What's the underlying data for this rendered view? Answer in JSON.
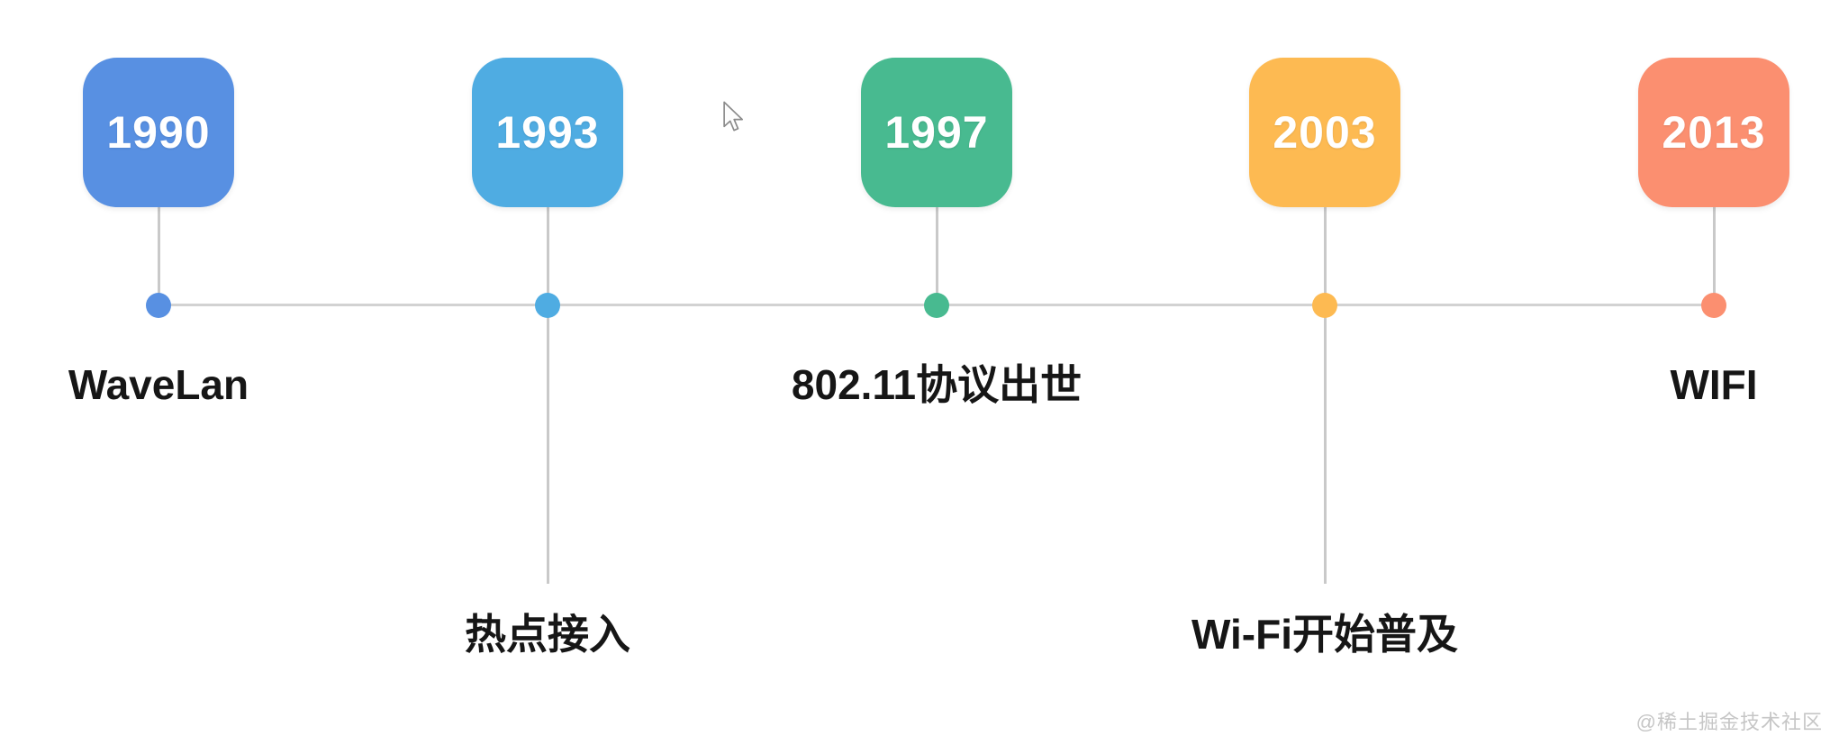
{
  "canvas": {
    "background": "#ffffff"
  },
  "timeline": {
    "line_color": "#d2d2d2",
    "connector_color": "#c9c9c9",
    "events": [
      {
        "year": "1990",
        "label": "WaveLan",
        "color": "#5890E2",
        "label_position": "above"
      },
      {
        "year": "1993",
        "label": "热点接入",
        "color": "#4FACE2",
        "label_position": "below"
      },
      {
        "year": "1997",
        "label": "802.11协议出世",
        "color": "#48BA90",
        "label_position": "above"
      },
      {
        "year": "2003",
        "label": "Wi-Fi开始普及",
        "color": "#FDBA52",
        "label_position": "below"
      },
      {
        "year": "2013",
        "label": "WIFI",
        "color": "#FB8F70",
        "label_position": "above"
      }
    ]
  },
  "cursor": {
    "type": "arrow-pointer"
  },
  "watermark": {
    "text": "@稀土掘金技术社区",
    "color": "#c6c6c6"
  }
}
